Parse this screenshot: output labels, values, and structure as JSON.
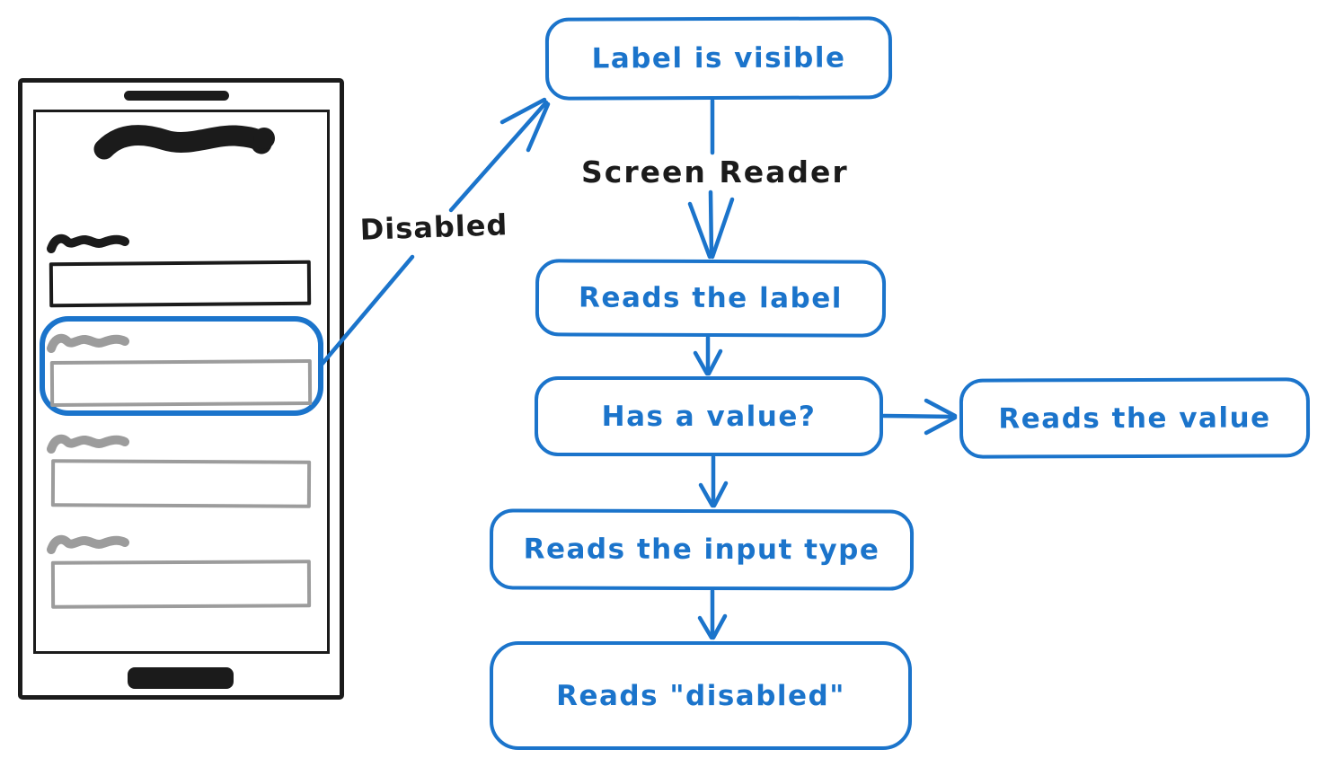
{
  "colors": {
    "accent_blue": "#1b74cb",
    "ink": "#1b1b1b",
    "placeholder_gray": "#9c9c9c",
    "background": "#ffffff"
  },
  "flowchart": {
    "nodes": [
      {
        "id": "label-visible",
        "label": "Label is visible"
      },
      {
        "id": "reads-label",
        "label": "Reads the label"
      },
      {
        "id": "has-value",
        "label": "Has a value?"
      },
      {
        "id": "reads-value",
        "label": "Reads the value"
      },
      {
        "id": "reads-input-type",
        "label": "Reads the input type"
      },
      {
        "id": "reads-disabled",
        "label": "Reads \"disabled\""
      }
    ],
    "edge_labels": [
      {
        "id": "screen-reader",
        "text": "Screen Reader"
      },
      {
        "id": "disabled",
        "text": "Disabled"
      }
    ]
  },
  "phone_mockup": {
    "parts": [
      "speaker-bar",
      "screen",
      "app-title-scribble",
      "field-label-scribble",
      "enabled-text-input",
      "disabled-field-highlight",
      "disabled-label-scribble-1",
      "disabled-input-1",
      "disabled-label-scribble-2",
      "disabled-input-2",
      "disabled-label-scribble-3",
      "disabled-input-3",
      "home-button"
    ]
  }
}
